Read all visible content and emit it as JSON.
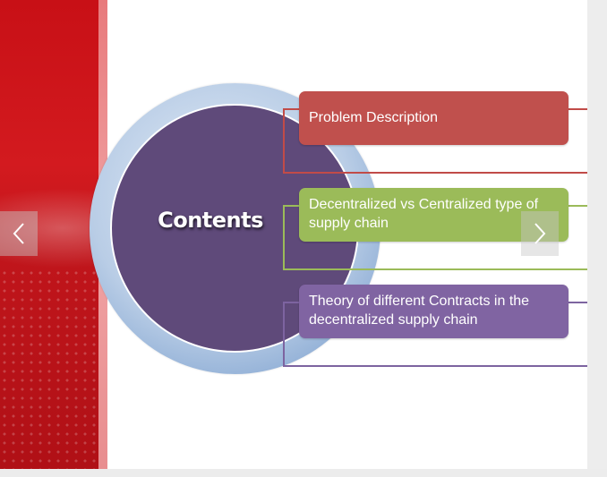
{
  "slide": {
    "title": "Contents",
    "items": [
      {
        "label": "Problem Description",
        "color": "#c0504d"
      },
      {
        "label": "Decentralized vs Centralized type of supply chain",
        "color": "#9bbb59"
      },
      {
        "label": "Theory of different Contracts in the decentralized supply chain",
        "color": "#8064a2"
      }
    ],
    "circle_color": "#5f4a7a",
    "accent_red": "#c81016"
  },
  "carousel": {
    "prev_icon": "chevron-left-icon",
    "next_icon": "chevron-right-icon"
  }
}
